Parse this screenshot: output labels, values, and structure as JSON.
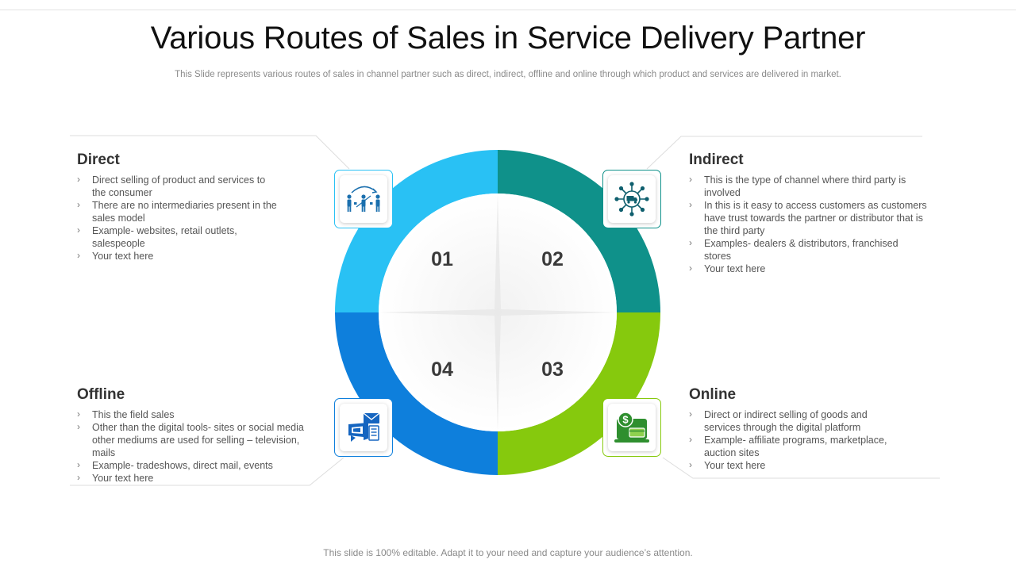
{
  "title": "Various Routes of Sales in Service Delivery Partner",
  "subtitle": "This Slide represents various routes of sales in channel partner such as direct, indirect, offline and online through which product and services are delivered in market.",
  "footer": "This slide is 100% editable. Adapt it to your need and capture your audience’s attention.",
  "colors": {
    "direct": "#29c1f4",
    "indirect": "#0f918a",
    "online": "#86c90d",
    "offline": "#0e7fdc"
  },
  "segments": [
    {
      "number": "01",
      "name": "Direct"
    },
    {
      "number": "02",
      "name": "Indirect"
    },
    {
      "number": "03",
      "name": "Online"
    },
    {
      "number": "04",
      "name": "Offline"
    }
  ],
  "blocks": {
    "direct": {
      "heading": "Direct",
      "icon": "people-exchange-icon",
      "items": [
        "Direct selling of product and services to the consumer",
        "There are no intermediaries present in the sales model",
        "Example- websites, retail outlets, salespeople",
        "Your text here"
      ]
    },
    "indirect": {
      "heading": "Indirect",
      "icon": "distribution-network-icon",
      "items": [
        "This is the type of channel where third party is involved",
        "In this is it easy to access customers as customers have trust towards the partner or distributor that is the third party",
        "Examples- dealers & distributors, franchised stores",
        "Your text here"
      ]
    },
    "offline": {
      "heading": "Offline",
      "icon": "megaphone-mail-icon",
      "items": [
        "This the field sales",
        "Other than the digital tools- sites or social media other mediums are used for selling – television, mails",
        "Example- tradeshows,   direct   mail, events",
        "Your text here"
      ]
    },
    "online": {
      "heading": "Online",
      "icon": "online-payment-icon",
      "items": [
        "Direct or indirect selling of goods and services through the digital platform",
        "Example- affiliate programs, marketplace, auction sites",
        "Your text here"
      ]
    }
  }
}
